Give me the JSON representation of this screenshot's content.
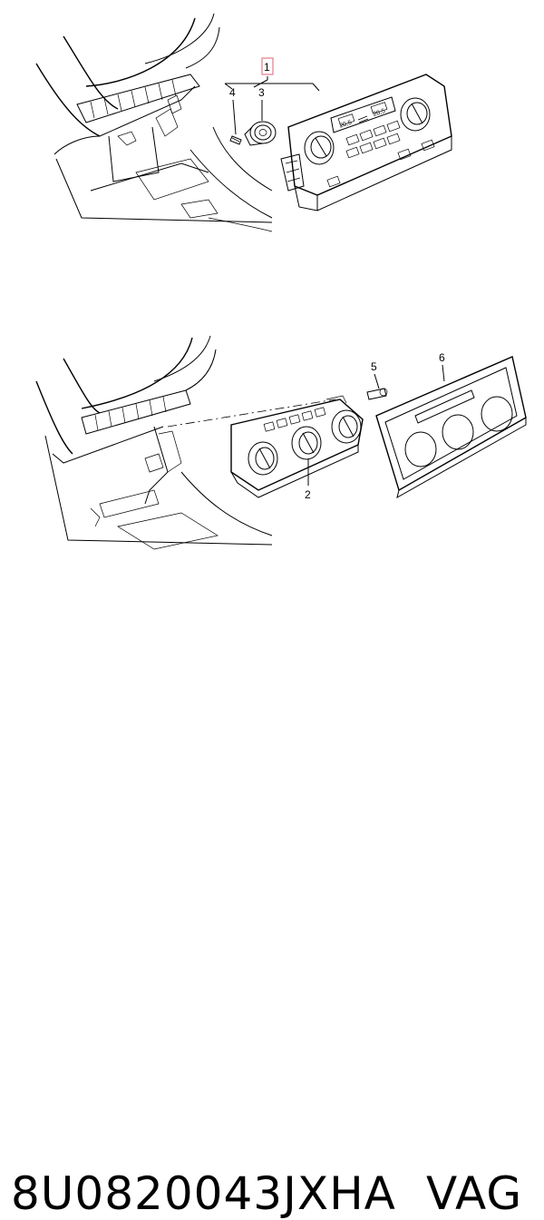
{
  "callouts": {
    "c1": "1",
    "c2": "2",
    "c3": "3",
    "c4": "4",
    "c5": "5",
    "c6": "6"
  },
  "panel_display": {
    "left_temp": "20,5",
    "right_temp": "20,5"
  },
  "footer": {
    "part_number": "8U0820043JXHA",
    "brand": "VAG"
  },
  "colors": {
    "highlight_box": "#e06070",
    "line": "#000000"
  }
}
